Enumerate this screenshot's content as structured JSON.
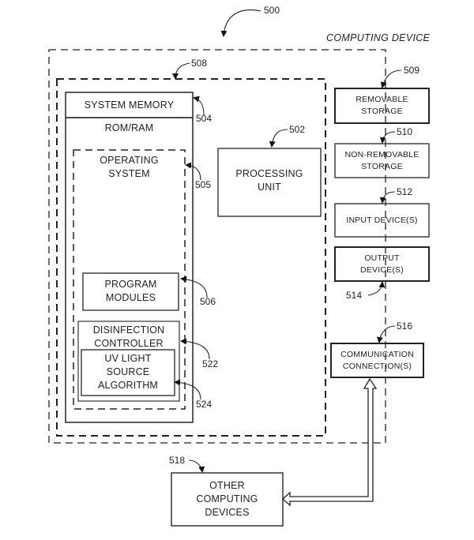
{
  "figure": {
    "ref": "500",
    "title": "COMPUTING DEVICE"
  },
  "blocks": {
    "basic_config": {
      "ref": "508"
    },
    "system_memory": {
      "ref": "504",
      "label": "SYSTEM MEMORY",
      "sublabel": "ROM/RAM"
    },
    "operating_system": {
      "ref": "505",
      "label_line1": "OPERATING",
      "label_line2": "SYSTEM"
    },
    "program_modules": {
      "ref": "506",
      "label_line1": "PROGRAM",
      "label_line2": "MODULES"
    },
    "disinfection_controller": {
      "ref": "522",
      "label_line1": "DISINFECTION",
      "label_line2": "CONTROLLER"
    },
    "uv_algorithm": {
      "ref": "524",
      "label_line1": "UV LIGHT",
      "label_line2": "SOURCE",
      "label_line3": "ALGORITHM"
    },
    "processing_unit": {
      "ref": "502",
      "label_line1": "PROCESSING",
      "label_line2": "UNIT"
    },
    "removable_storage": {
      "ref": "509",
      "label_line1": "REMOVABLE",
      "label_line2": "STORAGE"
    },
    "non_removable_storage": {
      "ref": "510",
      "label_line1": "NON-REMOVABLE",
      "label_line2": "STORAGE"
    },
    "input_devices": {
      "ref": "512",
      "label": "INPUT DEVICE(S)"
    },
    "output_devices": {
      "ref": "514",
      "label_line1": "OUTPUT",
      "label_line2": "DEVICE(S)"
    },
    "communication": {
      "ref": "516",
      "label_line1": "COMMUNICATION",
      "label_line2": "CONNECTION(S)"
    },
    "other_devices": {
      "ref": "518",
      "label_line1": "OTHER",
      "label_line2": "COMPUTING",
      "label_line3": "DEVICES"
    }
  }
}
